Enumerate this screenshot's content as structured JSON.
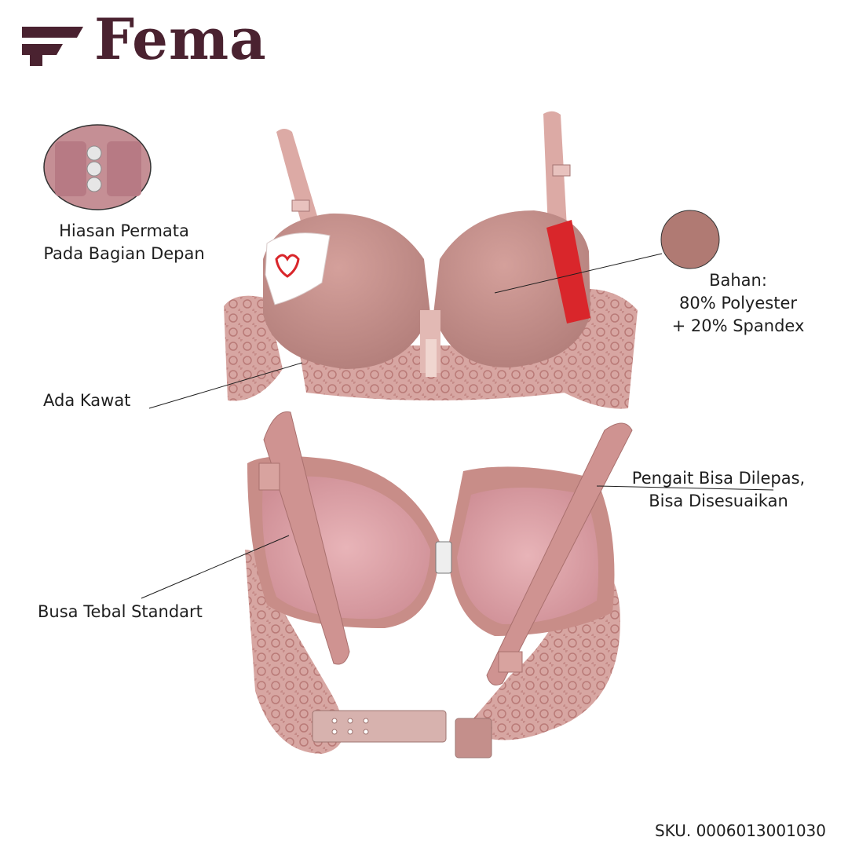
{
  "brand": {
    "name": "Fema",
    "color": "#4a2230"
  },
  "callouts": {
    "gem": {
      "line1": "Hiasan Permata",
      "line2": "Pada Bagian Depan"
    },
    "material": {
      "line1": "Bahan:",
      "line2": "80% Polyester",
      "line3": "+ 20% Spandex"
    },
    "wire": {
      "text": "Ada Kawat"
    },
    "strap": {
      "line1": "Pengait Bisa Dilepas,",
      "line2": "Bisa Disesuaikan"
    },
    "foam": {
      "text": "Busa Tebal Standart"
    }
  },
  "colors": {
    "fabric": "#c9908c",
    "fabric_light": "#e1b2ae",
    "cup_inner": "#e3a8ad",
    "lace": "#cf9a96",
    "tag_red": "#d9262b"
  },
  "sku": {
    "text": "SKU. 0006013001030"
  }
}
